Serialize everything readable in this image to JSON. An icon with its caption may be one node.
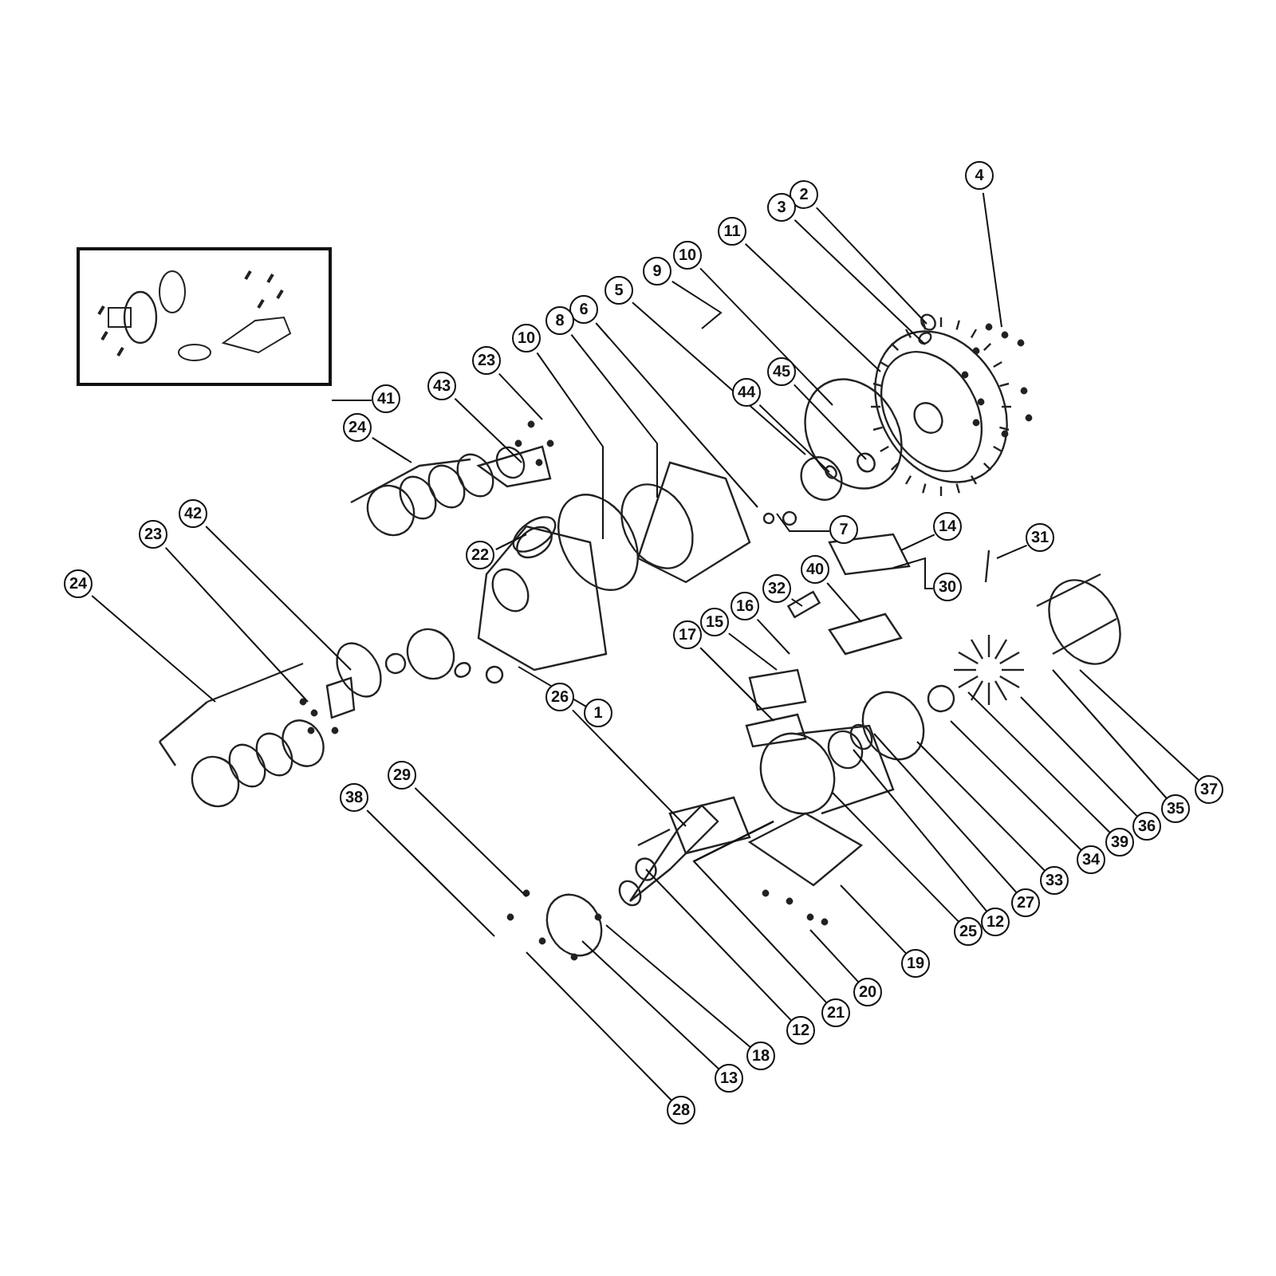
{
  "diagram": {
    "nodes": [
      {
        "text": [],
        "shape": "picture"
      },
      {
        "text": [
          "4"
        ]
      },
      {
        "text": [
          "2"
        ]
      },
      {
        "text": [
          "3"
        ]
      },
      {
        "text": [
          "11"
        ]
      },
      {
        "text": [
          "10"
        ]
      },
      {
        "text": [
          "9"
        ]
      },
      {
        "text": [
          "41"
        ]
      },
      {
        "text": [
          "45"
        ]
      },
      {
        "text": [
          "5"
        ]
      },
      {
        "text": [
          "44"
        ]
      },
      {
        "text": [
          "6"
        ]
      },
      {
        "text": [
          "8"
        ]
      },
      {
        "text": [
          "10"
        ]
      },
      {
        "text": [
          "23"
        ]
      },
      {
        "text": [
          "43"
        ]
      },
      {
        "text": [
          "24"
        ]
      },
      {
        "text": [
          "22"
        ]
      },
      {
        "text": [
          "7"
        ]
      },
      {
        "text": [
          "14"
        ]
      },
      {
        "text": [
          "31"
        ]
      },
      {
        "text": [
          "40"
        ]
      },
      {
        "text": [
          "32"
        ]
      },
      {
        "text": [
          "30"
        ]
      },
      {
        "text": [
          "16"
        ]
      },
      {
        "text": [
          "15"
        ]
      },
      {
        "text": [
          "17"
        ]
      },
      {
        "text": [
          "42"
        ]
      },
      {
        "text": [
          "23"
        ]
      },
      {
        "text": [
          "24"
        ]
      },
      {
        "text": [
          "1"
        ]
      },
      {
        "text": [
          "26"
        ]
      },
      {
        "text": [
          "29"
        ]
      },
      {
        "text": [
          "38"
        ]
      },
      {
        "text": [
          "25"
        ]
      },
      {
        "text": [
          "12"
        ]
      },
      {
        "text": [
          "27"
        ]
      },
      {
        "text": [
          "33"
        ]
      },
      {
        "text": [
          "34"
        ]
      },
      {
        "text": [
          "39"
        ]
      },
      {
        "text": [
          "36"
        ]
      },
      {
        "text": [
          "35"
        ]
      },
      {
        "text": [
          "37"
        ]
      },
      {
        "text": [
          "19"
        ]
      },
      {
        "text": [
          "21"
        ]
      },
      {
        "text": [
          "20"
        ]
      },
      {
        "text": [
          "12"
        ]
      },
      {
        "text": [
          "18"
        ]
      },
      {
        "text": [
          "13"
        ]
      },
      {
        "text": [
          "28"
        ]
      }
    ],
    "edges": [
      {
        "from": 1,
        "to": null,
        "arrow": "none"
      },
      {
        "from": 2,
        "to": null,
        "arrow": "none"
      },
      {
        "from": 3,
        "to": null,
        "arrow": "none"
      },
      {
        "from": 4,
        "to": null,
        "arrow": "none"
      },
      {
        "from": 5,
        "to": null,
        "arrow": "none"
      },
      {
        "from": 6,
        "to": null,
        "arrow": "none"
      },
      {
        "from": 7,
        "to": 0,
        "arrow": "none"
      },
      {
        "from": 8,
        "to": null,
        "arrow": "none"
      },
      {
        "from": 9,
        "to": null,
        "arrow": "none"
      },
      {
        "from": 10,
        "to": null,
        "arrow": "none"
      },
      {
        "from": 11,
        "to": null,
        "arrow": "none"
      },
      {
        "from": 12,
        "to": null,
        "arrow": "none"
      },
      {
        "from": 13,
        "to": null,
        "arrow": "none"
      },
      {
        "from": 14,
        "to": null,
        "arrow": "none"
      },
      {
        "from": 15,
        "to": null,
        "arrow": "none"
      },
      {
        "from": 16,
        "to": null,
        "arrow": "none"
      },
      {
        "from": 17,
        "to": null,
        "arrow": "none"
      },
      {
        "from": 18,
        "to": null,
        "arrow": "none"
      },
      {
        "from": 19,
        "to": null,
        "arrow": "none"
      },
      {
        "from": 20,
        "to": null,
        "arrow": "none"
      },
      {
        "from": 21,
        "to": null,
        "arrow": "none"
      },
      {
        "from": 22,
        "to": null,
        "arrow": "none"
      },
      {
        "from": 23,
        "to": null,
        "arrow": "none"
      },
      {
        "from": 24,
        "to": null,
        "arrow": "none"
      },
      {
        "from": 25,
        "to": null,
        "arrow": "none"
      },
      {
        "from": 26,
        "to": null,
        "arrow": "none"
      },
      {
        "from": 27,
        "to": null,
        "arrow": "none"
      },
      {
        "from": 28,
        "to": null,
        "arrow": "none"
      },
      {
        "from": 29,
        "to": null,
        "arrow": "none"
      },
      {
        "from": 30,
        "to": null,
        "arrow": "none"
      },
      {
        "from": 31,
        "to": null,
        "arrow": "none"
      },
      {
        "from": 32,
        "to": null,
        "arrow": "none"
      },
      {
        "from": 33,
        "to": null,
        "arrow": "none"
      },
      {
        "from": 34,
        "to": null,
        "arrow": "none"
      },
      {
        "from": 35,
        "to": null,
        "arrow": "none"
      },
      {
        "from": 36,
        "to": null,
        "arrow": "none"
      },
      {
        "from": 37,
        "to": null,
        "arrow": "none"
      },
      {
        "from": 38,
        "to": null,
        "arrow": "none"
      },
      {
        "from": 39,
        "to": null,
        "arrow": "none"
      },
      {
        "from": 40,
        "to": null,
        "arrow": "none"
      },
      {
        "from": 41,
        "to": null,
        "arrow": "none"
      },
      {
        "from": 42,
        "to": null,
        "arrow": "none"
      },
      {
        "from": 43,
        "to": null,
        "arrow": "none"
      },
      {
        "from": 44,
        "to": null,
        "arrow": "none"
      },
      {
        "from": 45,
        "to": null,
        "arrow": "none"
      },
      {
        "from": 46,
        "to": null,
        "arrow": "none"
      },
      {
        "from": 47,
        "to": null,
        "arrow": "none"
      },
      {
        "from": 48,
        "to": null,
        "arrow": "none"
      },
      {
        "from": 49,
        "to": null,
        "arrow": "none"
      }
    ]
  }
}
